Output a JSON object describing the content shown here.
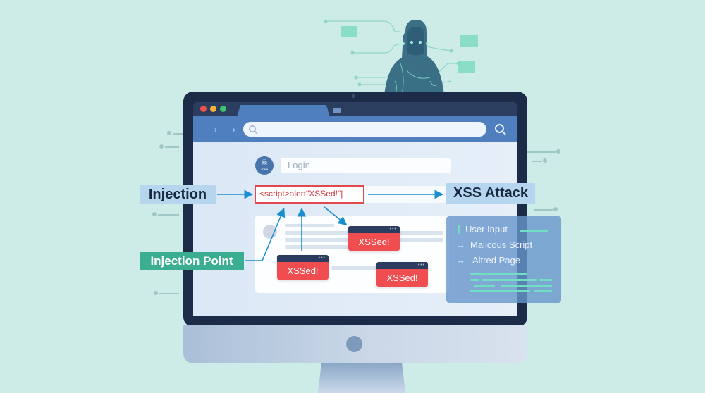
{
  "scene": {
    "title": "Cross-Site Scripting (XSS) illustration",
    "colors": {
      "background": "#cdece7",
      "monitor_frame": "#1c2b48",
      "browser_blue": "#4f7fbf",
      "alert_red": "#ef4d4f",
      "arrow_blue": "#1a8fd0",
      "teal_label": "#3bae91",
      "circuit_green": "#7fdcc0"
    }
  },
  "browser": {
    "window_controls": [
      "close",
      "minimize",
      "maximize"
    ],
    "nav_icons": [
      "back-arrow-icon",
      "forward-arrow-icon"
    ],
    "address_value": "",
    "search_icon": "search-icon"
  },
  "page": {
    "logo": {
      "icon": "skull-icon",
      "text": "XSS"
    },
    "login_placeholder": "Login",
    "script_input_value": "<script>alert\"XSSed!\"|"
  },
  "labels": {
    "injection": "Injection",
    "xss_attack": "XSS Attack",
    "injection_point": "Injection Point"
  },
  "popups": [
    {
      "text": "XSSed!",
      "dots": "•••"
    },
    {
      "text": "XSSed!",
      "dots": "•••"
    },
    {
      "text": "XSSed!",
      "dots": "•••"
    }
  ],
  "flow_panel": {
    "items": [
      {
        "prefix": "|",
        "text": "User Input"
      },
      {
        "prefix": "→",
        "text": "Malicous Script"
      },
      {
        "prefix": "→",
        "text": "Altred Page"
      }
    ]
  }
}
